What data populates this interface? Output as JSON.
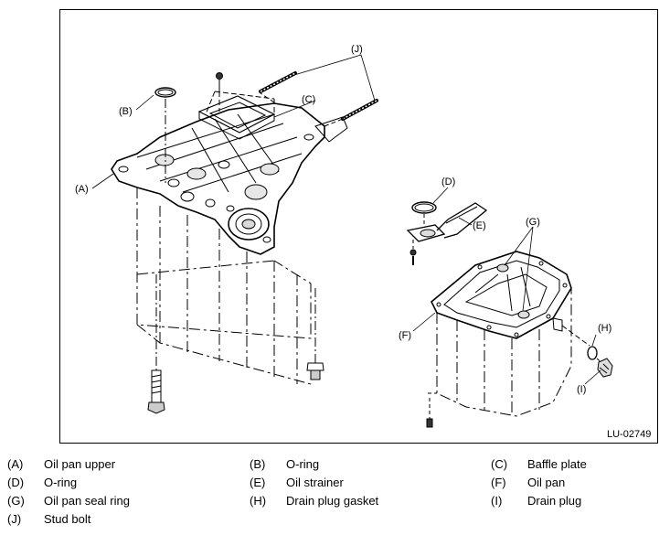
{
  "figure": {
    "reference": "LU-02749",
    "callouts": {
      "A": "(A)",
      "B": "(B)",
      "C": "(C)",
      "D": "(D)",
      "E": "(E)",
      "F": "(F)",
      "G": "(G)",
      "H": "(H)",
      "I": "(I)",
      "J": "(J)"
    }
  },
  "legend": [
    {
      "key": "(A)",
      "label": "Oil pan upper"
    },
    {
      "key": "(B)",
      "label": "O-ring"
    },
    {
      "key": "(C)",
      "label": "Baffle plate"
    },
    {
      "key": "(D)",
      "label": "O-ring"
    },
    {
      "key": "(E)",
      "label": "Oil strainer"
    },
    {
      "key": "(F)",
      "label": "Oil pan"
    },
    {
      "key": "(G)",
      "label": "Oil pan seal ring"
    },
    {
      "key": "(H)",
      "label": "Drain plug gasket"
    },
    {
      "key": "(I)",
      "label": "Drain plug"
    },
    {
      "key": "(J)",
      "label": "Stud bolt"
    }
  ]
}
